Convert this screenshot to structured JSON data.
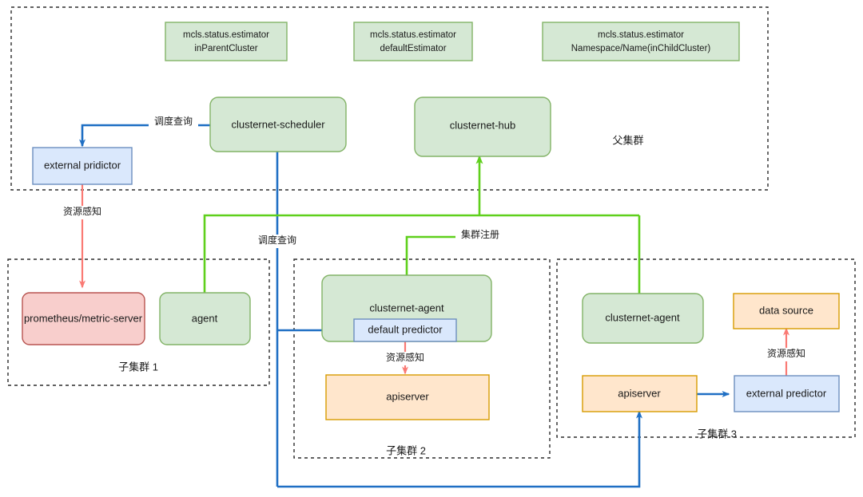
{
  "diagram": {
    "title": "clusternet multi-cluster scheduling architecture",
    "colors": {
      "green_fill": "#d5e8d4",
      "green_stroke": "#82b366",
      "blue_fill": "#dae8fc",
      "blue_stroke": "#6c8ebf",
      "red_fill": "#f8cecc",
      "red_stroke": "#b85450",
      "orange_fill": "#ffe6cc",
      "orange_stroke": "#d79b00",
      "edge_blue": "#1f6fc4",
      "edge_green": "#5fd01c",
      "edge_red": "#fa7a74",
      "zone_border": "#2b2b2b"
    }
  },
  "legend": [
    {
      "line1": "mcls.status.estimator",
      "line2": "inParentCluster"
    },
    {
      "line1": "mcls.status.estimator",
      "line2": "defaultEstimator"
    },
    {
      "line1": "mcls.status.estimator",
      "line2": "Namespace/Name(inChildCluster)"
    }
  ],
  "zones": {
    "parent": "父集群",
    "child1": "子集群 1",
    "child2": "子集群 2",
    "child3": "子集群 3"
  },
  "nodes": {
    "external_pridictor": "external pridictor",
    "clusternet_scheduler": "clusternet-scheduler",
    "clusternet_hub": "clusternet-hub",
    "prometheus_metric_server": "prometheus/metric-server",
    "agent": "agent",
    "clusternet_agent_c2": "clusternet-agent",
    "default_predictor": "default predictor",
    "apiserver_c2": "apiserver",
    "clusternet_agent_c3": "clusternet-agent",
    "data_source": "data source",
    "apiserver_c3": "apiserver",
    "external_predictor_c3": "external predictor"
  },
  "edges": {
    "schedule_query_parent": "调度查询",
    "resource_sense_parent": "资源感知",
    "schedule_query_child": "调度查询",
    "cluster_register": "集群注册",
    "resource_sense_c2": "资源感知",
    "resource_sense_c3": "资源感知"
  }
}
